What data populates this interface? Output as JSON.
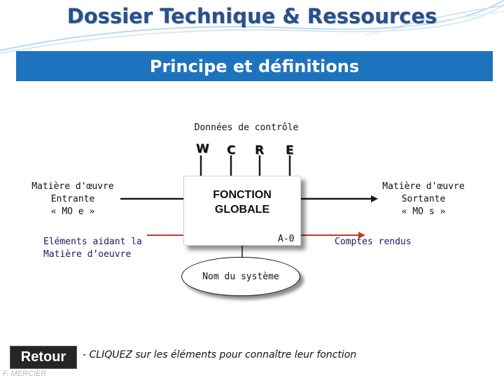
{
  "header": {
    "title": "Dossier Technique & Ressources",
    "subtitle": "Principe et définitions"
  },
  "diagram": {
    "control_title": "Données de contrôle",
    "controls": [
      "W",
      "C",
      "R",
      "E"
    ],
    "input": {
      "line1": "Matière d'œuvre",
      "line2": "Entrante",
      "line3": "« MO e »"
    },
    "output": {
      "line1": "Matière d'œuvre",
      "line2": "Sortante",
      "line3": "« MO s »"
    },
    "aid": {
      "line1": "Eléments aidant la",
      "line2": "Matière d’oeuvre"
    },
    "function": {
      "line1": "FONCTION",
      "line2": "GLOBALE",
      "code": "A-0"
    },
    "reports": "Comptes rendus",
    "system": "Nom du système"
  },
  "footer": {
    "back_label": "Retour",
    "instruction": "- CLIQUEZ sur les éléments pour connaître leur fonction",
    "author": "F. MERCIER"
  },
  "colors": {
    "banner": "#1e73be",
    "title": "#2b4f86",
    "arrow_dark": "#1a1a1a",
    "arrow_red": "#c0392b"
  }
}
